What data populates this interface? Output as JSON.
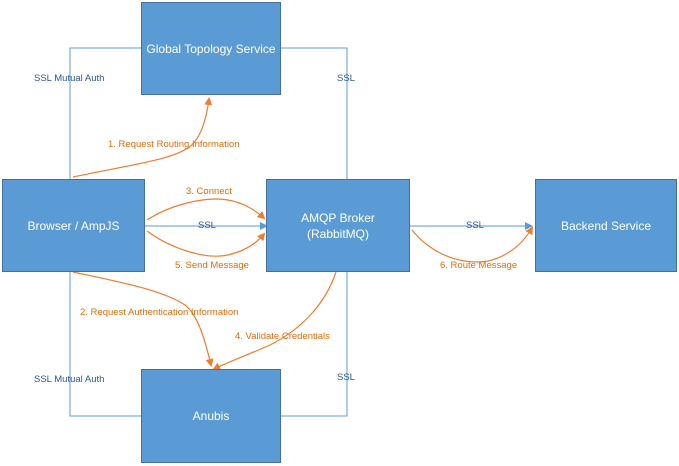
{
  "colors": {
    "node_fill": "#5B9BD5",
    "node_border": "#41719C",
    "connector": "#5B9BD5",
    "flow": "#ED7D31",
    "link_label": "#2E5597"
  },
  "nodes": {
    "global_topology": "Global Topology Service",
    "browser": "Browser / AmpJS",
    "broker_line1": "AMQP Broker",
    "broker_line2": "(RabbitMQ)",
    "backend": "Backend Service",
    "anubis": "Anubis"
  },
  "links": {
    "ssl_mutual_auth_top": "SSL Mutual Auth",
    "ssl_topology_broker": "SSL",
    "ssl_browser_broker": "SSL",
    "ssl_broker_backend": "SSL",
    "ssl_mutual_auth_bottom": "SSL Mutual Auth",
    "ssl_broker_anubis": "SSL"
  },
  "flows": {
    "step1": "1. Request Routing Information",
    "step2": "2. Request Authentication Information",
    "step3": "3. Connect",
    "step4": "4. Validate Credentials",
    "step5": "5. Send Message",
    "step6": "6. Route Message"
  }
}
